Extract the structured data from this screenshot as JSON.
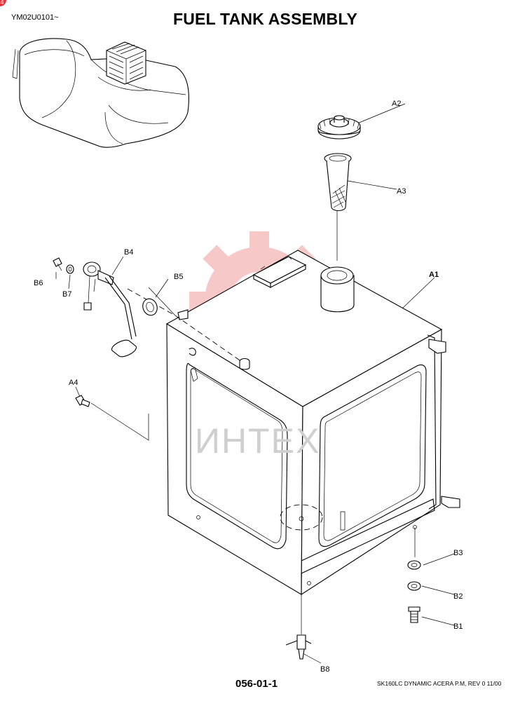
{
  "header": {
    "corner_badge": "4",
    "model_code": "YM02U0101~",
    "title": "FUEL TANK ASSEMBLY"
  },
  "callouts": {
    "A1": "A1",
    "A2": "A2",
    "A3": "A3",
    "A4": "A4",
    "B1": "B1",
    "B2": "B2",
    "B3": "B3",
    "B4": "B4",
    "B5": "B5",
    "B6": "B6",
    "B7": "B7",
    "B8": "B8"
  },
  "watermark": {
    "text": "ИНТЕХ",
    "color": "#f4b6b6"
  },
  "footer": {
    "page_number": "056-01-1",
    "note": "SK160LC DYNAMIC ACERA P.M,  REV 0 11/00"
  }
}
